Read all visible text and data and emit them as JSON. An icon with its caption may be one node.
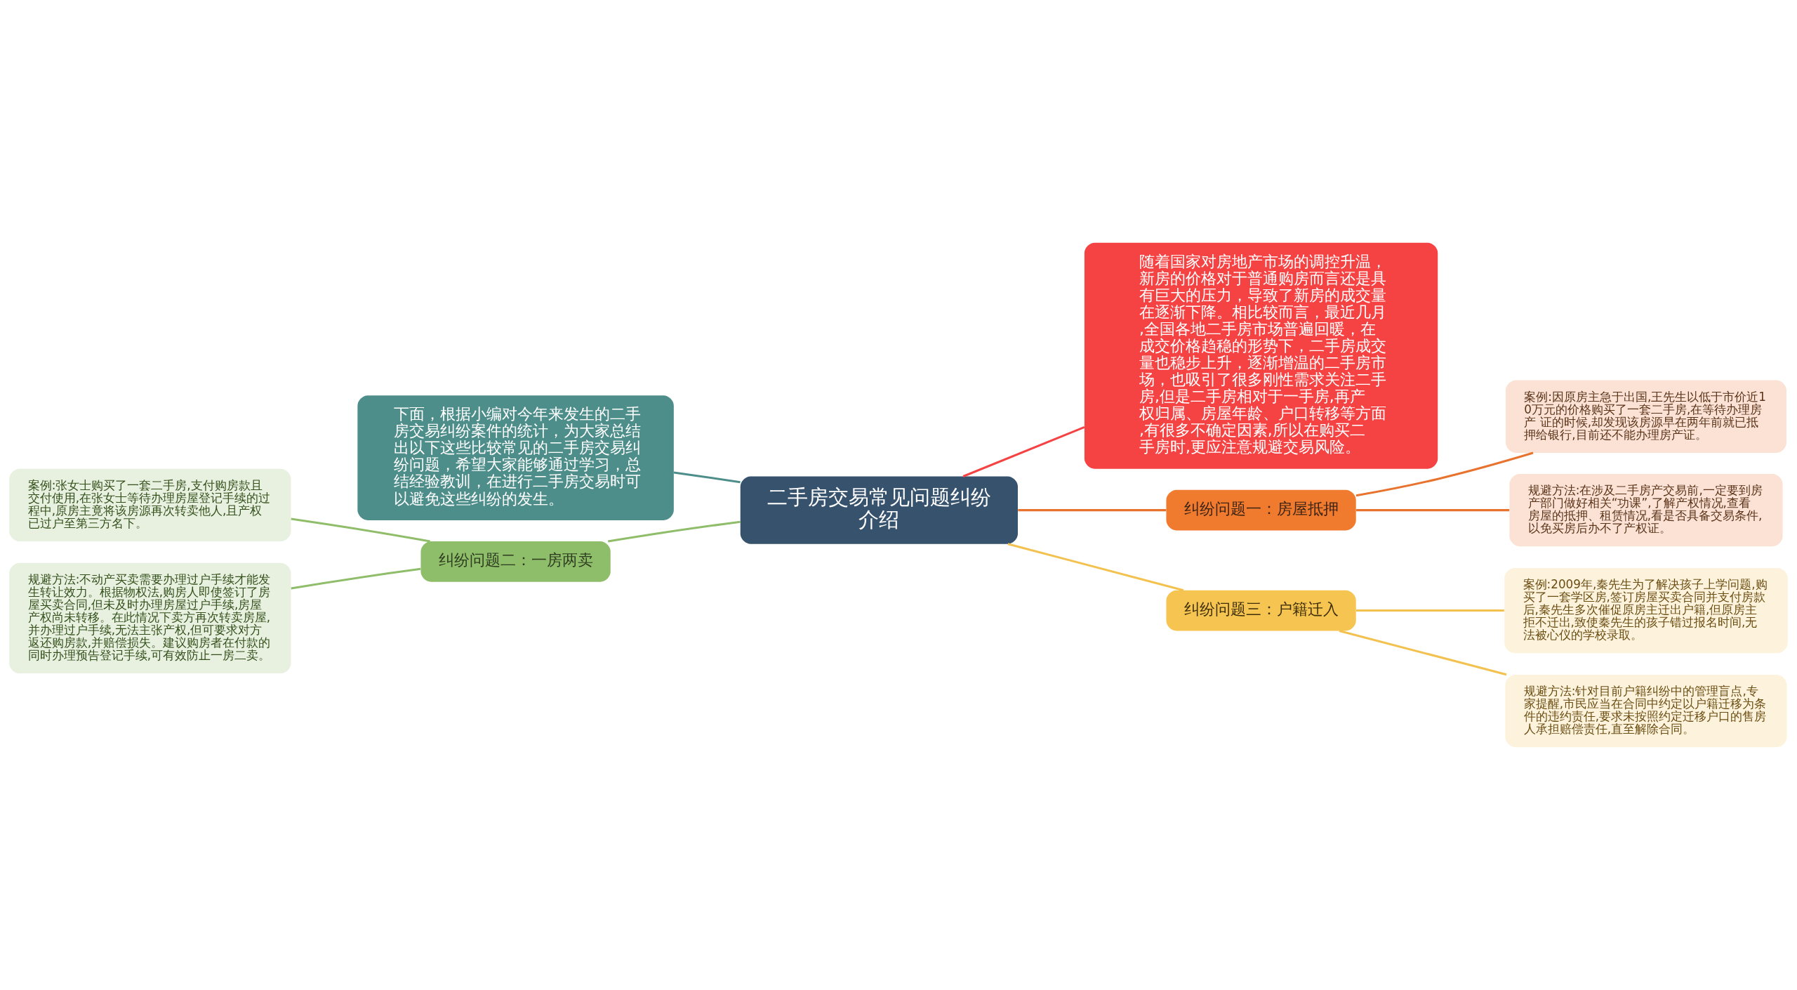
{
  "diagram": {
    "nodes": [
      {
        "text": [
          "二手房交易常见问题纠纷介绍"
        ]
      },
      {
        "text": [
          "下面，根据小编对今年来发生的二手房交易纠纷案件的统计，为大家总结出以下这些比较常见的二手房交易纠纷问题，希望大家能够通过学习，总结经验教训，在进行二手房交易时可以避免这些纠纷的发生。"
        ]
      },
      {
        "text": [
          "随着国家对房地产市场的调控升温，新房的价格对于普通购房而言还是具有巨大的压力，导致了新房的成交量在逐渐下降。相比较而言，最近几月,全国各地二手房市场普遍回暖，在成交价格趋稳的形势下，二手房成交量也稳步上升，逐渐增温的二手房市场，也吸引了很多刚性需求关注二手房,但是二手房相对于一手房,再产权归属、房屋年龄、户口转移等方面,有很多不确定因素,所以在购买二手房时,更应注意规避交易风险。"
        ]
      },
      {
        "text": [
          "纠纷问题一：房屋抵押"
        ]
      },
      {
        "text": [
          "案例:因原房主急于出国,王先生以低于市价近10万元的价格购买了一套二手房,在等待办理房产 证的时候,却发现该房源早在两年前就已抵押给银行,目前还不能办理房产证。"
        ]
      },
      {
        "text": [
          "规避方法:在涉及二手房产交易前,一定要到房产部门做好相关“功课”,了解产权情况,查看房屋的抵押、租赁情况,看是否具备交易条件,以免买房后办不了产权证。"
        ]
      },
      {
        "text": [
          "纠纷问题二：一房两卖"
        ]
      },
      {
        "text": [
          "案例:张女士购买了一套二手房,支付购房款且交付使用,在张女士等待办理房屋登记手续的过程中,原房主竟将该房源再次转卖他人,且产权已过户至第三方名下。"
        ]
      },
      {
        "text": [
          "规避方法:不动产买卖需要办理过户手续才能发生转让效力。根据物权法,购房人即使签订了房屋买卖合同,但未及时办理房屋过户手续,房屋产权尚未转移。在此情况下卖方再次转卖房屋,并办理过户手续,无法主张产权,但可要求对方返还购房款,并赔偿损失。建议购房者在付款的同时办理预告登记手续,可有效防止一房二卖。"
        ]
      },
      {
        "text": [
          "纠纷问题三：户籍迁入"
        ]
      },
      {
        "text": [
          "案例:2009年,秦先生为了解决孩子上学问题,购买了一套学区房,签订房屋买卖合同并支付房款后,秦先生多次催促原房主迁出户籍,但原房主拒不迁出,致使秦先生的孩子错过报名时间,无法被心仪的学校录取。"
        ]
      },
      {
        "text": [
          "规避方法:针对目前户籍纠纷中的管理盲点,专家提醒,市民应当在合同中约定以户籍迁移为条件的违约责任,要求未按照约定迁移户口的售房人承担赔偿责任,直至解除合同。"
        ]
      }
    ],
    "edges": [
      {
        "from": 0,
        "to": 1,
        "arrow": "none",
        "color": "#4e8e8a"
      },
      {
        "from": 0,
        "to": 2,
        "arrow": "none",
        "color": "#f54344"
      },
      {
        "from": 0,
        "to": 3,
        "arrow": "none",
        "color": "#e8732e"
      },
      {
        "from": 3,
        "to": 4,
        "arrow": "none",
        "color": "#e8732e"
      },
      {
        "from": 3,
        "to": 5,
        "arrow": "none",
        "color": "#e8732e"
      },
      {
        "from": 0,
        "to": 6,
        "arrow": "none",
        "color": "#8fbd6a"
      },
      {
        "from": 6,
        "to": 7,
        "arrow": "none",
        "color": "#8fbd6a"
      },
      {
        "from": 6,
        "to": 8,
        "arrow": "none",
        "color": "#8fbd6a"
      },
      {
        "from": 0,
        "to": 9,
        "arrow": "none",
        "color": "#f2c14e"
      },
      {
        "from": 9,
        "to": 10,
        "arrow": "none",
        "color": "#f2c14e"
      },
      {
        "from": 9,
        "to": 11,
        "arrow": "none",
        "color": "#f2c14e"
      }
    ]
  }
}
